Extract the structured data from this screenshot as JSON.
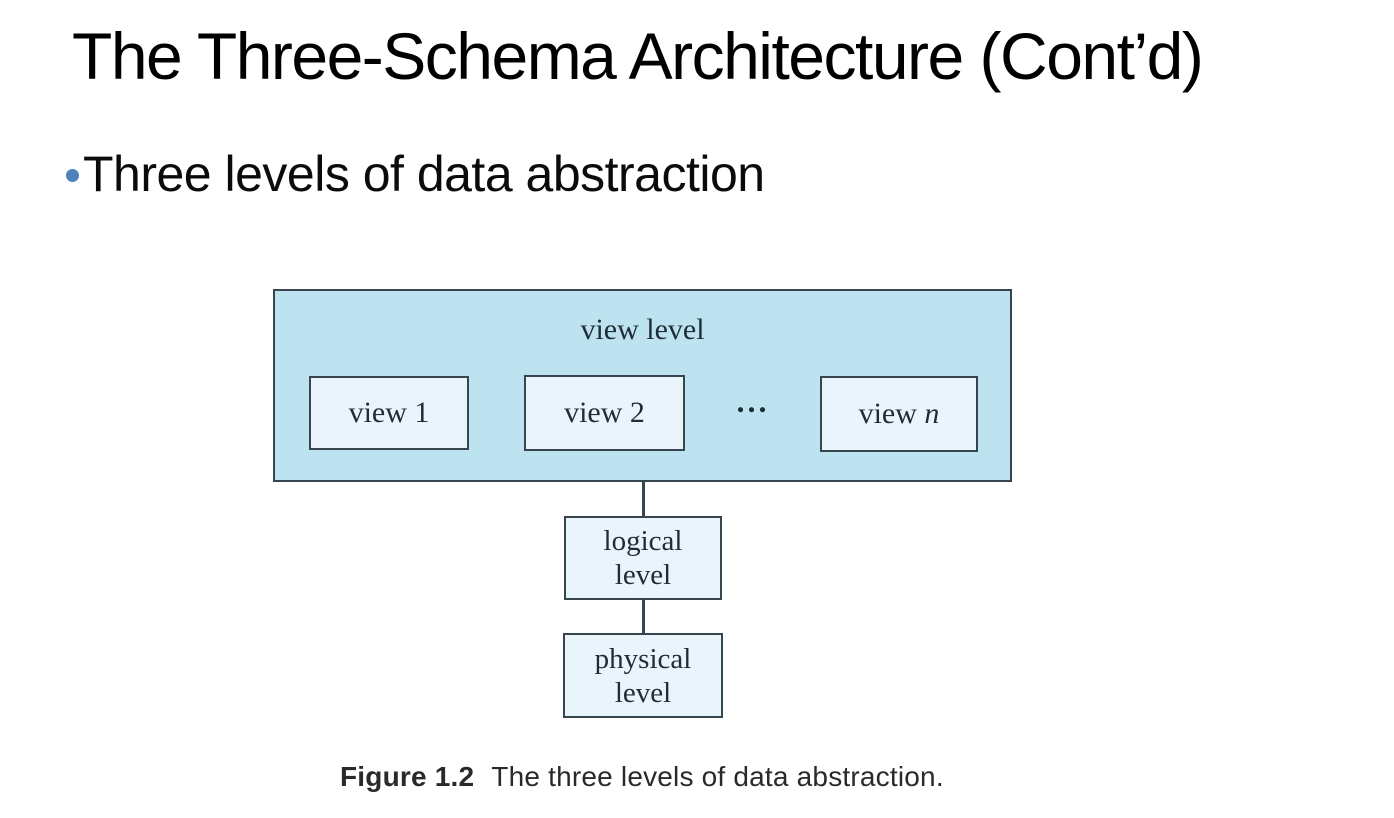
{
  "slide": {
    "title": "The Three-Schema Architecture (Cont’d)",
    "bullet": "Three levels of data abstraction"
  },
  "diagram": {
    "view_level_label": "view level",
    "views": [
      "view 1",
      "view 2"
    ],
    "view_n": {
      "prefix": "view ",
      "italic": "n"
    },
    "dots": "...",
    "logical": {
      "line1": "logical",
      "line2": "level"
    },
    "physical": {
      "line1": "physical",
      "line2": "level"
    }
  },
  "caption": {
    "label": "Figure 1.2",
    "text": "The three levels of data abstraction."
  },
  "colors": {
    "title": "#000000",
    "bullet": "#4f81bd",
    "outer_fill": "#bee3f0",
    "inner_fill": "#e9f5fa",
    "border": "#37464e",
    "caption_text": "#2a2a2a"
  }
}
